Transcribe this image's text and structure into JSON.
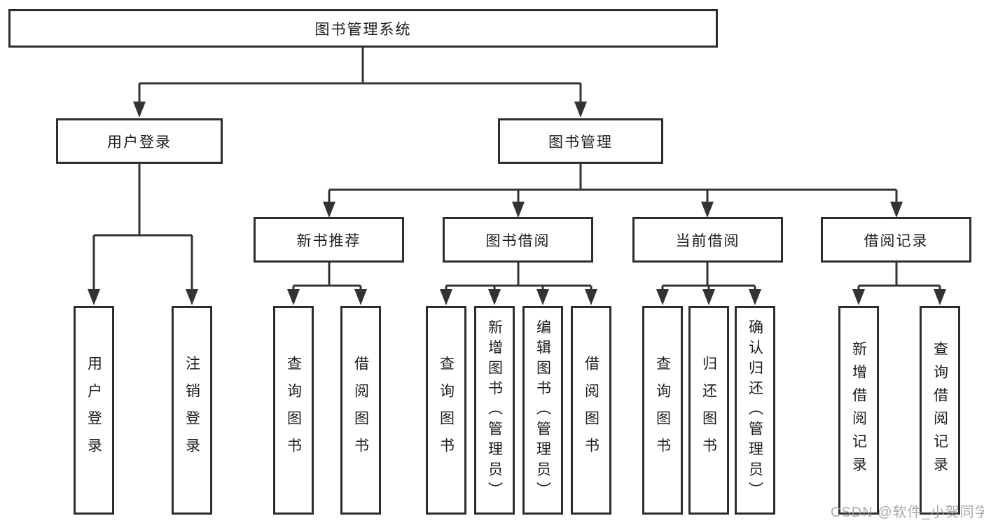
{
  "tree": {
    "label": "图书管理系统",
    "children": [
      {
        "label": "用户登录",
        "children": [
          {
            "label": "用户登录"
          },
          {
            "label": "注销登录"
          }
        ]
      },
      {
        "label": "图书管理",
        "children": [
          {
            "label": "新书推荐",
            "children": [
              {
                "label": "查询图书"
              },
              {
                "label": "借阅图书"
              }
            ]
          },
          {
            "label": "图书借阅",
            "children": [
              {
                "label": "查询图书"
              },
              {
                "label": "新增图书（管理员）"
              },
              {
                "label": "编辑图书（管理员）"
              },
              {
                "label": "借阅图书"
              }
            ]
          },
          {
            "label": "当前借阅",
            "children": [
              {
                "label": "查询图书"
              },
              {
                "label": "归还图书"
              },
              {
                "label": "确认归还（管理员）"
              }
            ]
          },
          {
            "label": "借阅记录",
            "children": [
              {
                "label": "新增借阅记录"
              },
              {
                "label": "查询借阅记录"
              }
            ]
          }
        ]
      }
    ]
  },
  "watermark": {
    "text": "CSDN @软件_小贺同学"
  },
  "colors": {
    "line": "#333333",
    "box_border": "#2d2d2d",
    "text": "#1c1c1c",
    "background": "#ffffff",
    "watermark": "#9b9b9b"
  }
}
